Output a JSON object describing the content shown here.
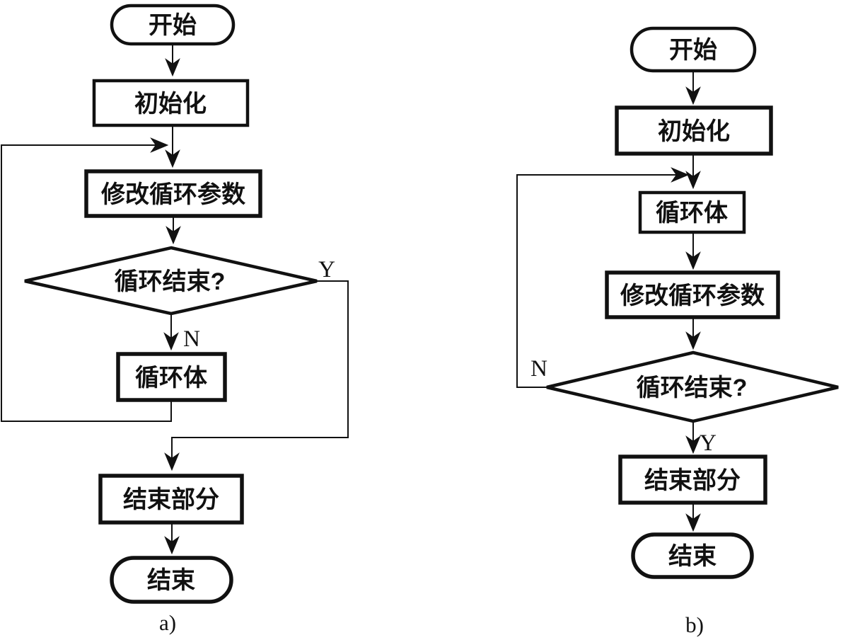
{
  "diagram": {
    "colors": {
      "ink": "#111111",
      "background": "#ffffff"
    },
    "a": {
      "caption": "a)",
      "start": "开始",
      "init": "初始化",
      "modify": "修改循环参数",
      "decision": "循环结束?",
      "body": "循环体",
      "finish": "结束部分",
      "end": "结束",
      "yes": "Y",
      "no": "N"
    },
    "b": {
      "caption": "b)",
      "start": "开始",
      "init": "初始化",
      "body": "循环体",
      "modify": "修改循环参数",
      "decision": "循环结束?",
      "finish": "结束部分",
      "end": "结束",
      "yes": "Y",
      "no": "N"
    }
  }
}
